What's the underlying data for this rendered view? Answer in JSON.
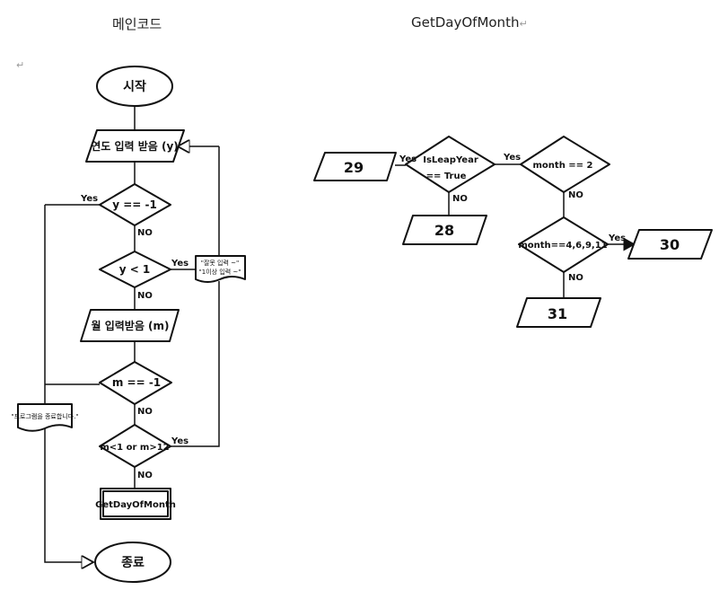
{
  "headings": {
    "main_code": "메인코드",
    "get_day_of_month": "GetDayOfMonth"
  },
  "paragraph_mark": "↵",
  "main_flow": {
    "start": "시작",
    "input_year": "연도 입력 받음 (y)",
    "cond_y_eq_minus1": "y == -1",
    "cond_y_lt_1": "y < 1",
    "input_month": "월 입력받음 (m)",
    "cond_m_eq_minus1": "m == -1",
    "cond_m_range": "m<1 or m>12",
    "call_get_day": "GetDayOfMonth",
    "end": "종료",
    "note_retry_line1": "\"잘못 입력 ~\"",
    "note_retry_line2": "\"1이상 입력 ~\"",
    "note_exit": "\"프로그램을 종료합니다.\"",
    "yes": "Yes",
    "no": "NO"
  },
  "get_day_flow": {
    "cond_leap": "IsLeapYear",
    "cond_leap_2": "== True",
    "cond_month_2": "month == 2",
    "cond_month_30": "month==4,6,9,11",
    "out_29": "29",
    "out_28": "28",
    "out_30": "30",
    "out_31": "31",
    "yes": "Yes",
    "no": "NO"
  }
}
